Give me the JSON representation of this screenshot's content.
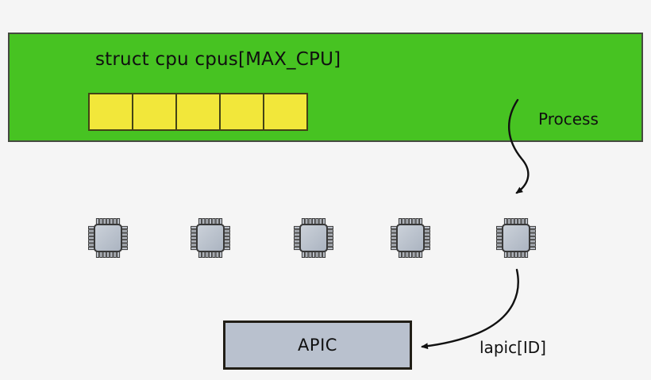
{
  "title": {
    "text": "struct cpu cpus[MAX_CPU]"
  },
  "process": {
    "label": "Process"
  },
  "cpu_array": {
    "cell_count": 5
  },
  "cpus": {
    "count": 5
  },
  "apic": {
    "label": "APIC"
  },
  "lapic": {
    "label": "lapic[ID]"
  },
  "icons": {
    "cpu_chip": "cpu-chip-icon",
    "arrow_process_to_cpu": "curved-arrow-down",
    "arrow_cpu_to_apic": "curved-arrow-left"
  },
  "colors": {
    "background": "#f5f5f5",
    "struct_box_fill": "#47c322",
    "struct_box_border": "#454a40",
    "array_cell_fill": "#f2e73a",
    "array_cell_border": "#434316",
    "apic_fill": "#b9c1ce",
    "apic_border": "#211e16",
    "chip_body_fill": "#bfc7d2",
    "arrow": "#111111",
    "text": "#101010"
  }
}
